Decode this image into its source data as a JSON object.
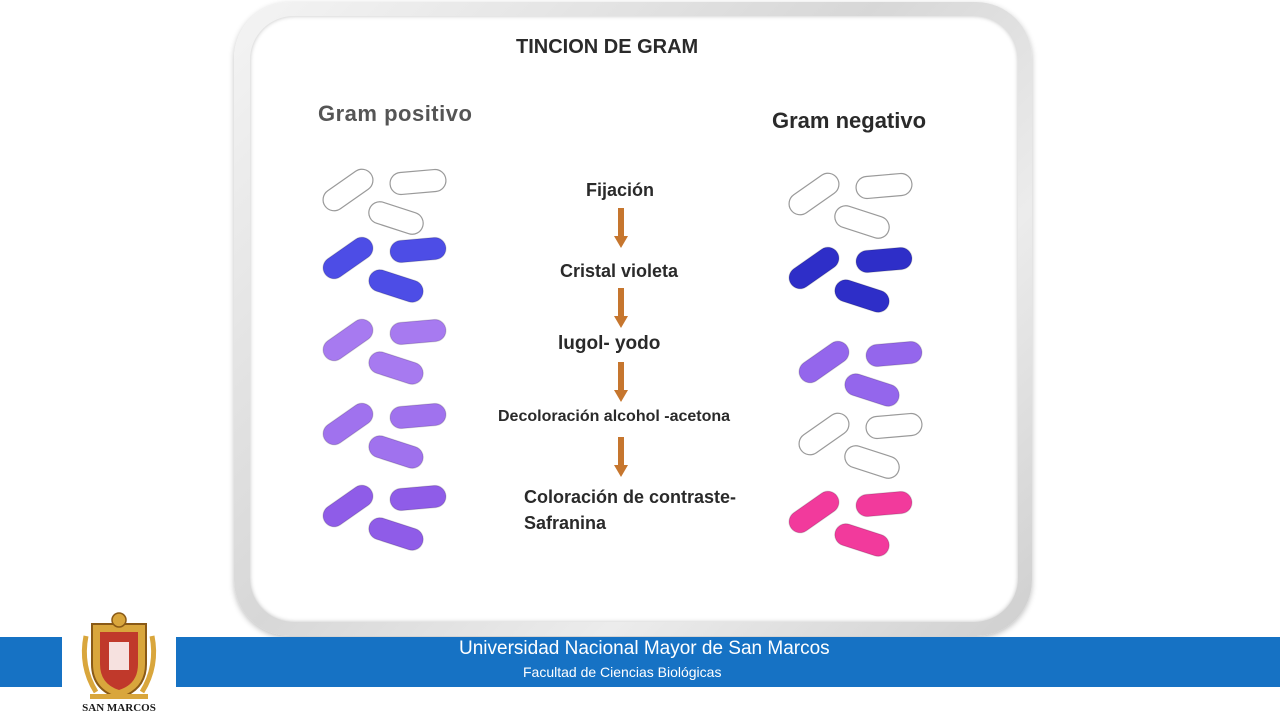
{
  "title": "TINCION DE GRAM",
  "left_heading": "Gram positivo",
  "right_heading": "Gram negativo",
  "steps": [
    "Fijación",
    "Cristal violeta",
    "lugol- yodo",
    "Decoloración alcohol -acetona",
    "Coloración de contraste- Safranina"
  ],
  "positive_colors": [
    "#ffffff",
    "#4d4de6",
    "#a77af0",
    "#a072ee",
    "#8f5ce8"
  ],
  "negative_colors": [
    "#ffffff",
    "#2e2ec8",
    "#9466ec",
    "#ffffff",
    "#f23a9c"
  ],
  "arrow_color": "#c6762e",
  "footer": {
    "university": "Universidad Nacional Mayor de San Marcos",
    "faculty": "Facultad de Ciencias Biológicas",
    "logo_text": "SAN MARCOS",
    "bar_color": "#1672c4"
  }
}
